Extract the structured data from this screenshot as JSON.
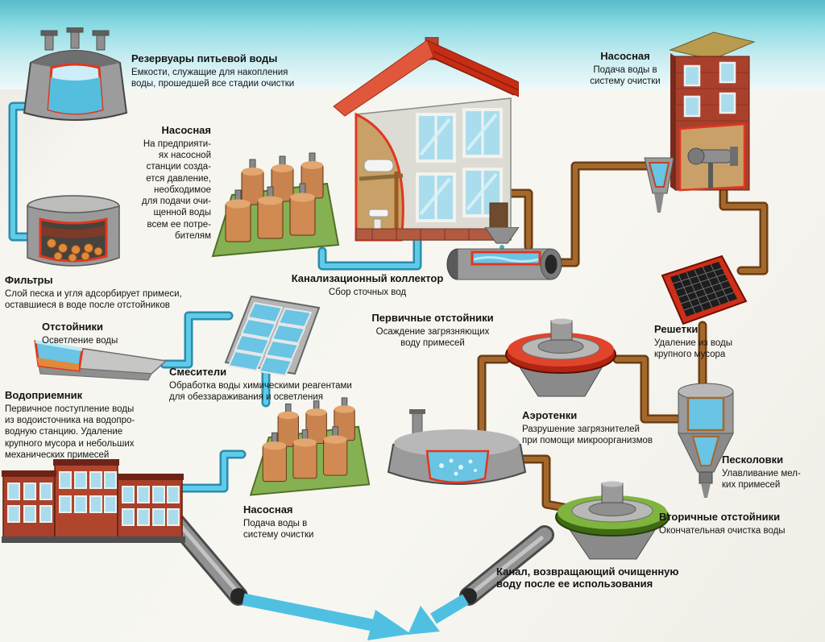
{
  "diagram_language": "ru",
  "colors": {
    "clean_water_pipe": "#5ecbe8",
    "sewage_pipe": "#a5682c",
    "water_band": "#8edce4",
    "cutaway_outline_red": "#e0371f",
    "roof_red": "#c62d15",
    "brick_red": "#a8402c",
    "platform_green": "#86b152",
    "cylinder_orange": "#c8834e",
    "metal_grey": "#9a9a9a",
    "primary_settler_red": "#cf2e18",
    "secondary_settler_green": "#5d8f28"
  },
  "nodes": [
    {
      "id": "reservoirs",
      "title": "Резервуары питьевой воды",
      "desc": "Емкости, служащие для накопления\nводы, прошедшей все стадии очистки"
    },
    {
      "id": "pumping_left",
      "title": "Насосная",
      "desc": "На предприяти-\nях насосной\nстанции созда-\nется давление,\nнеобходимое\nдля подачи очи-\nщенной воды\nвсем ее потре-\nбителям"
    },
    {
      "id": "filters",
      "title": "Фильтры",
      "desc": "Слой песка и угля адсорбирует примеси,\nоставшиеся в воде после отстойников"
    },
    {
      "id": "settlers",
      "title": "Отстойники",
      "desc": "Осветление воды"
    },
    {
      "id": "intake",
      "title": "Водоприемник",
      "desc": "Первичное поступление воды\nиз водоисточника на водопро-\nводную станцию. Удаление\nкрупного мусора и небольших\nмеханических примесей"
    },
    {
      "id": "collector",
      "title": "Канализационный коллектор",
      "desc": "Сбор сточных вод"
    },
    {
      "id": "mixers",
      "title": "Смесители",
      "desc": "Обработка воды химическими реагентами\nдля обеззараживания и осветления"
    },
    {
      "id": "pumping_bottom",
      "title": "Насосная",
      "desc": "Подача воды в\nсистему очистки"
    },
    {
      "id": "primary_settlers",
      "title": "Первичные отстойники",
      "desc": "Осаждение загрязняющих\nводу примесей"
    },
    {
      "id": "aeration",
      "title": "Аэротенки",
      "desc": "Разрушение загрязнителей\nпри помощи микроорганизмов"
    },
    {
      "id": "pumping_right",
      "title": "Насосная",
      "desc": "Подача воды в\nсистему очистки"
    },
    {
      "id": "screens",
      "title": "Решетки",
      "desc": "Удаление из воды\nкрупного мусора"
    },
    {
      "id": "sandtraps",
      "title": "Песколовки",
      "desc": "Улавливание мел-\nких примесей"
    },
    {
      "id": "secondary_settlers",
      "title": "Вторичные отстойники",
      "desc": "Окончательная очистка воды"
    },
    {
      "id": "channel",
      "title": "Канал, возвращающий очищенную\nводу после ее использования",
      "desc": ""
    }
  ],
  "edges": [
    {
      "from": "intake",
      "to": "pumping_bottom",
      "type": "clean"
    },
    {
      "from": "pumping_bottom",
      "to": "mixers",
      "type": "clean"
    },
    {
      "from": "mixers",
      "to": "settlers",
      "type": "clean"
    },
    {
      "from": "settlers",
      "to": "filters",
      "type": "clean"
    },
    {
      "from": "filters",
      "to": "reservoirs",
      "type": "clean"
    },
    {
      "from": "reservoirs",
      "to": "pumping_left",
      "type": "clean"
    },
    {
      "from": "pumping_left",
      "to": "house",
      "type": "clean"
    },
    {
      "from": "house",
      "to": "collector",
      "type": "sewage"
    },
    {
      "from": "collector",
      "to": "pumping_right",
      "type": "sewage"
    },
    {
      "from": "pumping_right",
      "to": "screens",
      "type": "sewage"
    },
    {
      "from": "screens",
      "to": "sandtraps",
      "type": "sewage"
    },
    {
      "from": "sandtraps",
      "to": "primary_settlers",
      "type": "sewage"
    },
    {
      "from": "primary_settlers",
      "to": "aeration",
      "type": "sewage"
    },
    {
      "from": "aeration",
      "to": "secondary_settlers",
      "type": "sewage"
    },
    {
      "from": "secondary_settlers",
      "to": "channel",
      "type": "sewage"
    }
  ]
}
